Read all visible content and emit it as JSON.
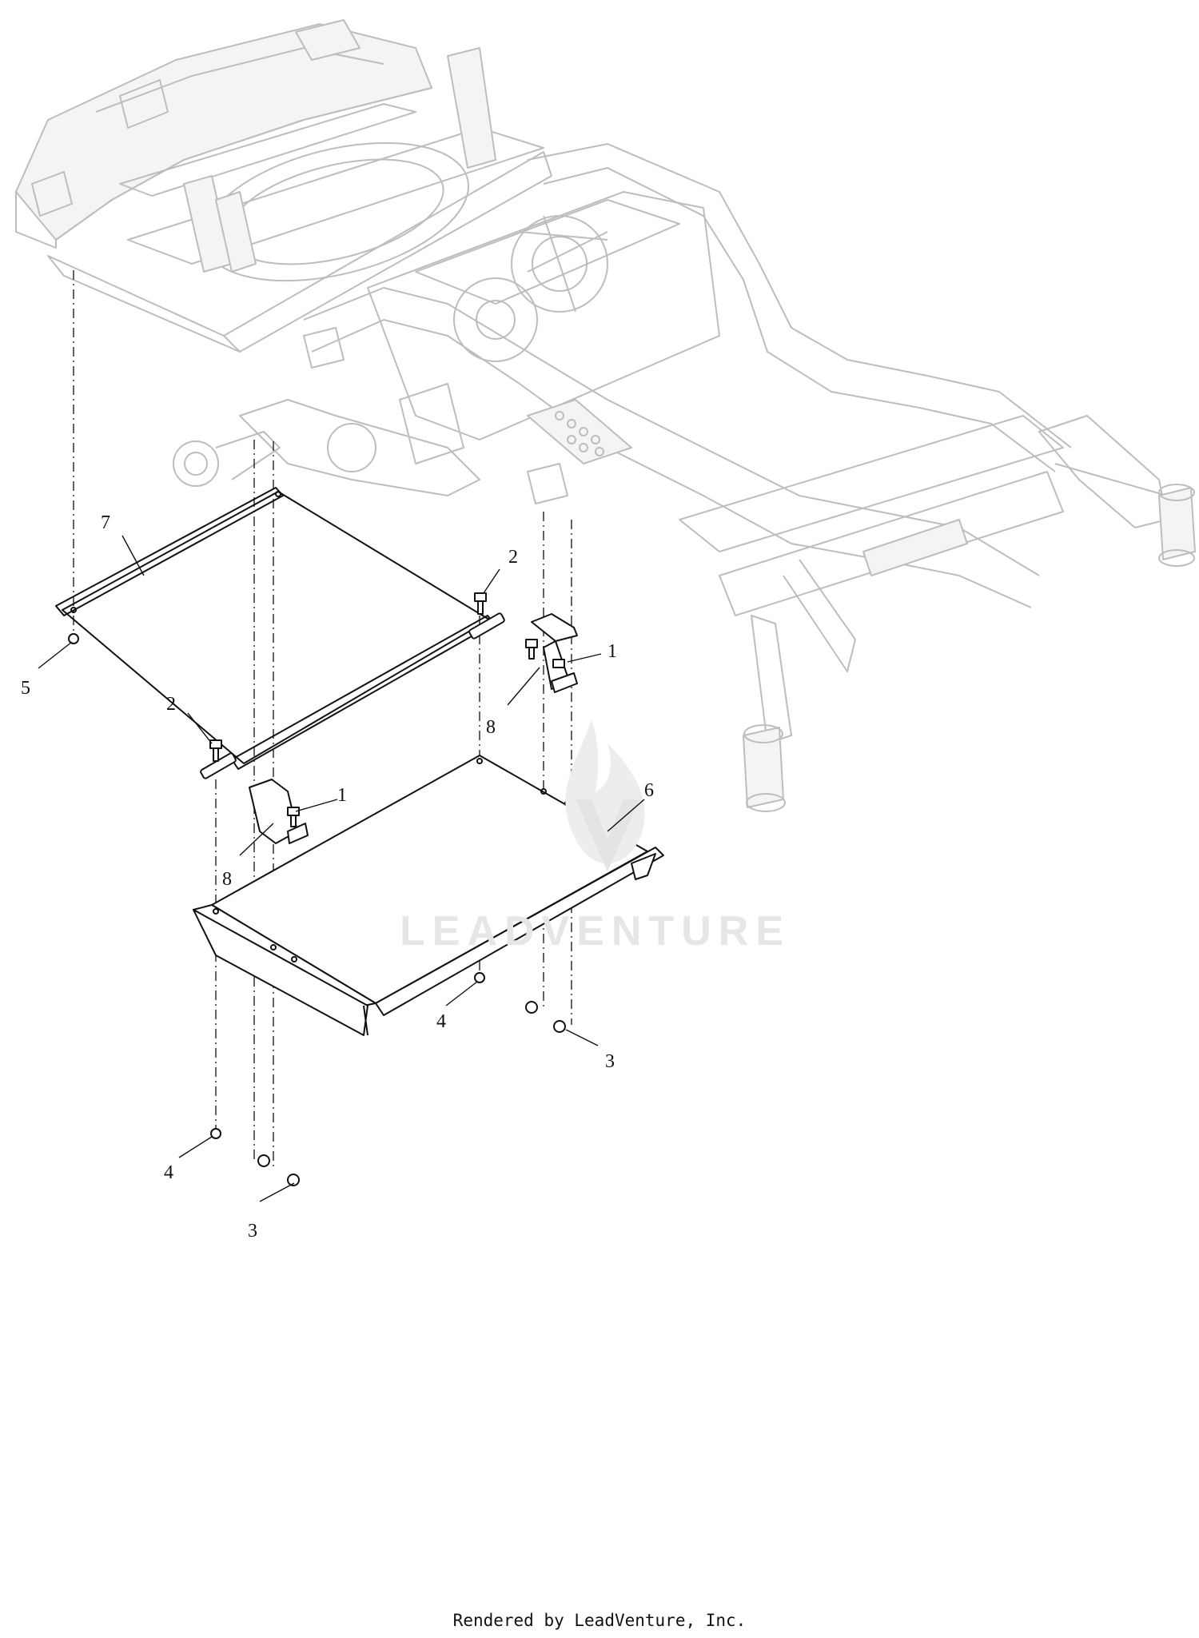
{
  "callouts": {
    "c7": "7",
    "c2a": "2",
    "c2b": "2",
    "c5": "5",
    "c1a": "1",
    "c1b": "1",
    "c8a": "8",
    "c8b": "8",
    "c6": "6",
    "c4a": "4",
    "c4b": "4",
    "c3a": "3",
    "c3b": "3"
  },
  "watermark": {
    "text": "LEADVENTURE"
  },
  "footer": {
    "credit": "Rendered by LeadVenture, Inc."
  },
  "colors": {
    "frame_stroke": "#bdbdbd",
    "part_stroke": "#111111",
    "watermark": "#e6e6e6"
  }
}
